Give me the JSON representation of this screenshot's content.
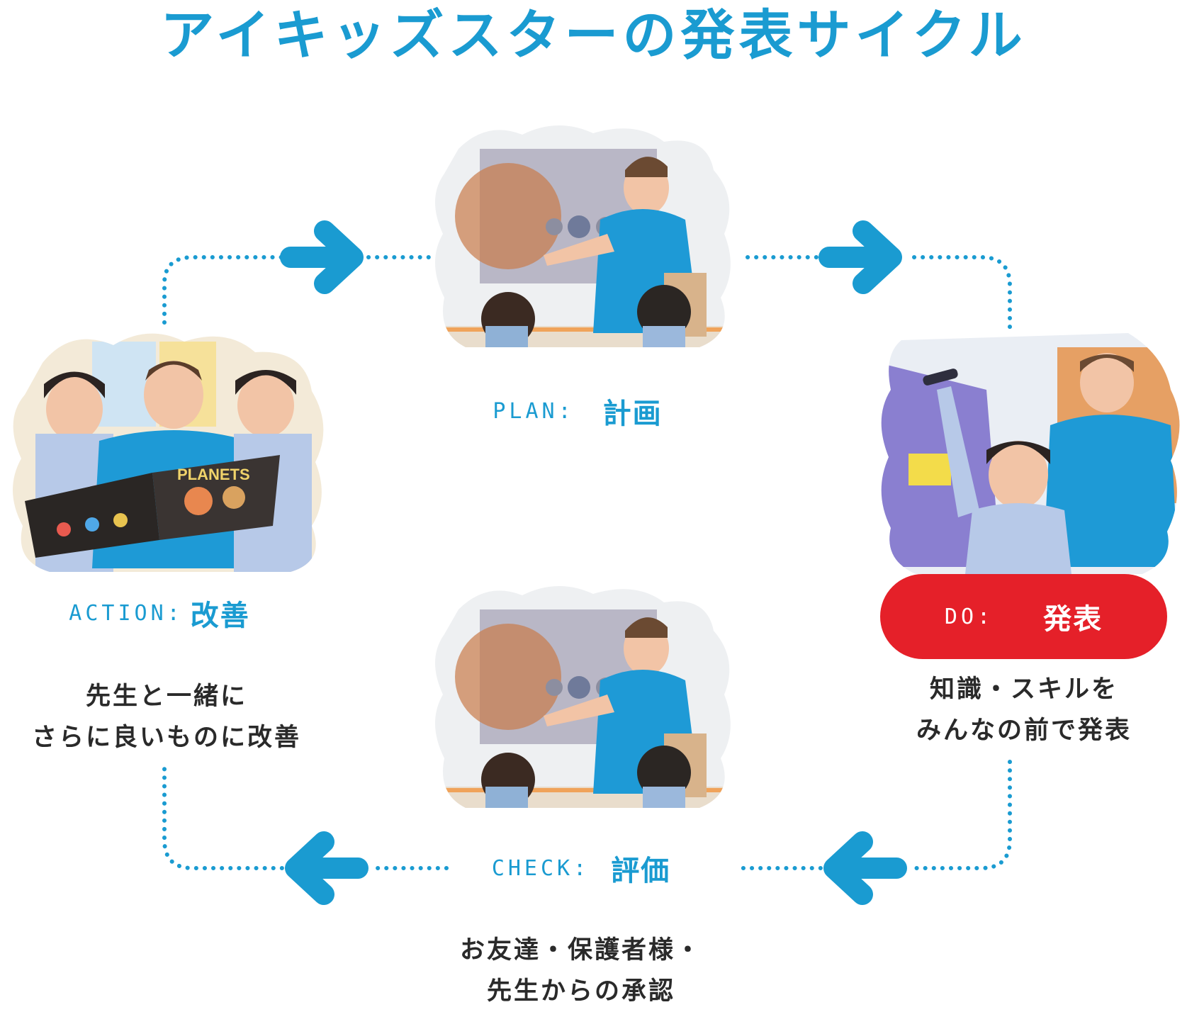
{
  "title": "アイキッズスターの発表サイクル",
  "colors": {
    "accent": "#1a9bd1",
    "do_badge": "#e52029",
    "text": "#2a2a2a"
  },
  "stages": {
    "plan": {
      "label_en": "PLAN:",
      "label_ja": "計画",
      "photo": "teacher-pointing-at-screen-photo"
    },
    "do": {
      "label_en": "DO:",
      "label_ja": "発表",
      "desc": [
        "知識・スキルを",
        "みんなの前で発表"
      ],
      "photo": "child-raising-hand-photo"
    },
    "check": {
      "label_en": "CHECK:",
      "label_ja": "評価",
      "desc": [
        "お友達・保護者様・",
        "先生からの承認"
      ],
      "photo": "teacher-pointing-at-screen-photo"
    },
    "action": {
      "label_en": "ACTION:",
      "label_ja": "改善",
      "desc": [
        "先生と一緒に",
        "さらに良いものに改善"
      ],
      "photo": "teacher-reading-book-photo"
    }
  },
  "icons": {
    "arrow": "arrow-right-icon",
    "arrow_back": "arrow-left-icon"
  }
}
